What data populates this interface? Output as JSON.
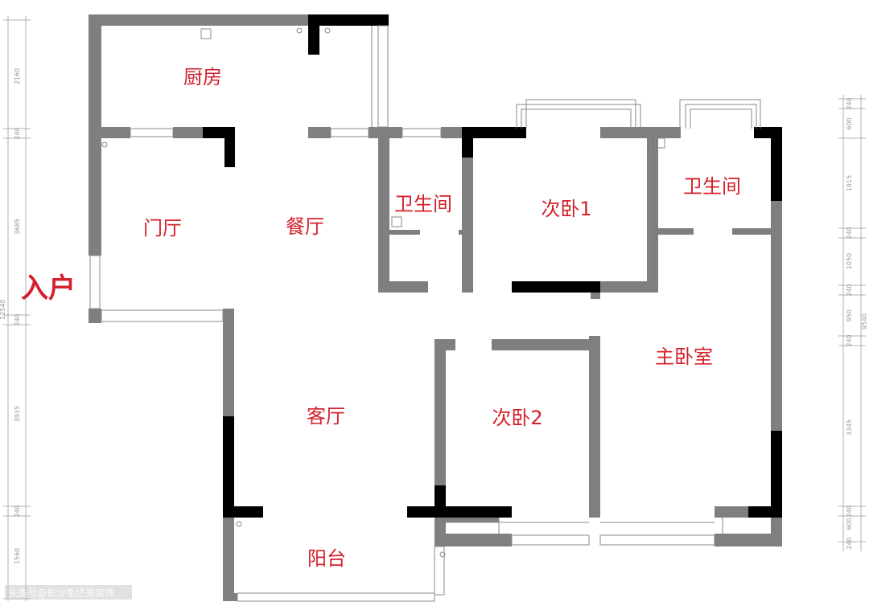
{
  "rooms": {
    "kitchen": "厨房",
    "foyer": "门厅",
    "dining": "餐厅",
    "bath_left": "卫生间",
    "bedroom_1": "次卧1",
    "bath_right": "卫生间",
    "master": "主卧室",
    "living": "客厅",
    "bedroom_2": "次卧2",
    "balcony": "阳台"
  },
  "entry_label": "入户",
  "dimensions": {
    "left": [
      "2160",
      "240",
      "3685",
      "12540",
      "240",
      "3935",
      "240",
      "1560"
    ],
    "right": [
      "240",
      "600",
      "1915",
      "240",
      "1050",
      "240",
      "950",
      "9540",
      "240",
      "3345",
      "240",
      "600",
      "240"
    ]
  },
  "watermark": "头条号@长沙毛坯美装饰",
  "colors": {
    "wall": "#7f7f7f",
    "structural_wall": "#000000",
    "label": "#d4202a"
  }
}
